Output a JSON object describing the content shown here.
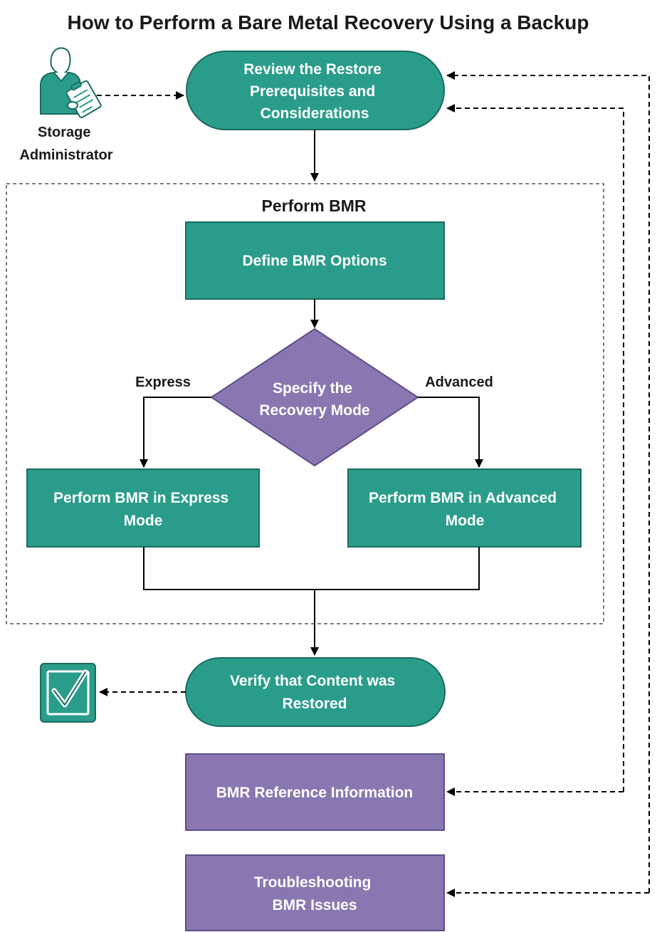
{
  "title": "How to Perform a Bare Metal Recovery Using a Backup",
  "actor": {
    "icon": "storage-administrator-icon",
    "label_line1": "Storage",
    "label_line2": "Administrator"
  },
  "nodes": {
    "review": {
      "line1": "Review the Restore",
      "line2": "Prerequisites and",
      "line3": "Considerations"
    },
    "group": {
      "label": "Perform BMR"
    },
    "define": {
      "label": "Define BMR Options"
    },
    "decision": {
      "line1": "Specify the",
      "line2": "Recovery Mode"
    },
    "express": {
      "line1": "Perform BMR in Express",
      "line2": "Mode"
    },
    "advanced": {
      "line1": "Perform BMR in Advanced",
      "line2": "Mode"
    },
    "verify": {
      "line1": "Verify that Content was",
      "line2": "Restored"
    },
    "reference": {
      "label": "BMR Reference Information"
    },
    "troubleshooting": {
      "line1": "Troubleshooting",
      "line2": "BMR Issues"
    }
  },
  "branch_labels": {
    "express": "Express",
    "advanced": "Advanced"
  },
  "completion_icon": "checkbox-checked-icon",
  "colors": {
    "teal": "#2a9d8a",
    "purple": "#8877b0",
    "text_dark": "#1a1a1a",
    "line": "#000000"
  }
}
